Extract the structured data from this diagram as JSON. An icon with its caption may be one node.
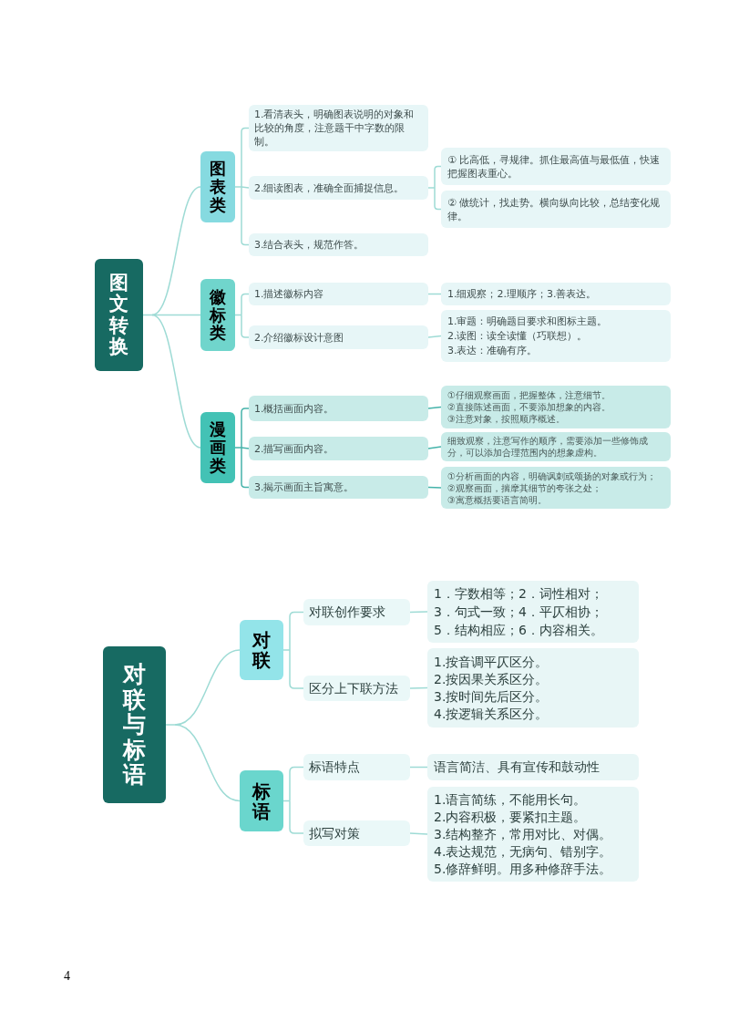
{
  "diagram": {
    "nodes": [
      {
        "text": [
          "图文转换"
        ]
      },
      {
        "text": [
          "图表类"
        ]
      },
      {
        "text": [
          "1.看清表头，明确图表说明的对象和比较的角度，注意题干中字数的限制。"
        ]
      },
      {
        "text": [
          "2.细读图表，准确全面捕捉信息。"
        ]
      },
      {
        "text": [
          "① 比高低，寻规律。抓住最高值与最低值，快速把握图表重心。"
        ]
      },
      {
        "text": [
          "② 做统计，找走势。横向纵向比较，总结变化规律。"
        ]
      },
      {
        "text": [
          "3.结合表头，规范作答。"
        ]
      },
      {
        "text": [
          "徽标类"
        ]
      },
      {
        "text": [
          "1.描述徽标内容"
        ]
      },
      {
        "text": [
          "1.细观察；2.理顺序；3.善表达。"
        ]
      },
      {
        "text": [
          "2.介绍徽标设计意图"
        ]
      },
      {
        "text": [
          "1.审题：明确题目要求和图标主题。",
          "2.读图：读全读懂（巧联想）。",
          "3.表达：准确有序。"
        ]
      },
      {
        "text": [
          "漫画类"
        ]
      },
      {
        "text": [
          "1.概括画面内容。"
        ]
      },
      {
        "text": [
          "①仔细观察画面，把握整体，注意细节。",
          "②直接陈述画面，不要添加想象的内容。",
          "③注意对象，按照顺序概述。"
        ]
      },
      {
        "text": [
          "2.描写画面内容。"
        ]
      },
      {
        "text": [
          "细致观察，注意写作的顺序，需要添加一些修饰成分，可以添加合理范围内的想象虚构。"
        ]
      },
      {
        "text": [
          "3.揭示画面主旨寓意。"
        ]
      },
      {
        "text": [
          "①分析画面的内容，明确讽刺或颂扬的对象或行为；",
          "②观察画面，揣摩其细节的夸张之处；",
          "③寓意概括要语言简明。"
        ]
      },
      {
        "text": [
          "对联与标语"
        ]
      },
      {
        "text": [
          "对联"
        ]
      },
      {
        "text": [
          "对联创作要求"
        ]
      },
      {
        "text": [
          "1．字数相等；2．词性相对；",
          "3．句式一致；4．平仄相协；",
          "5．结构相应；6．内容相关。"
        ]
      },
      {
        "text": [
          "区分上下联方法"
        ]
      },
      {
        "text": [
          "1.按音调平仄区分。",
          "2.按因果关系区分。",
          "3.按时间先后区分。",
          "4.按逻辑关系区分。"
        ]
      },
      {
        "text": [
          "标语"
        ]
      },
      {
        "text": [
          "标语特点"
        ]
      },
      {
        "text": [
          "语言简洁、具有宣传和鼓动性"
        ]
      },
      {
        "text": [
          "拟写对策"
        ]
      },
      {
        "text": [
          "1.语言简练，不能用长句。",
          "2.内容积极，要紧扣主题。",
          "3.结构整齐，常用对比、对偶。",
          "4.表达规范，无病句、错别字。",
          "5.修辞鲜明。用多种修辞手法。"
        ]
      }
    ],
    "edges": [
      {
        "from": 0,
        "to": 1,
        "arrow": "none"
      },
      {
        "from": 0,
        "to": 7,
        "arrow": "none"
      },
      {
        "from": 0,
        "to": 12,
        "arrow": "none"
      },
      {
        "from": 1,
        "to": 2,
        "arrow": "none"
      },
      {
        "from": 1,
        "to": 3,
        "arrow": "none"
      },
      {
        "from": 1,
        "to": 6,
        "arrow": "none"
      },
      {
        "from": 3,
        "to": 4,
        "arrow": "none"
      },
      {
        "from": 3,
        "to": 5,
        "arrow": "none"
      },
      {
        "from": 7,
        "to": 8,
        "arrow": "none"
      },
      {
        "from": 7,
        "to": 10,
        "arrow": "none"
      },
      {
        "from": 8,
        "to": 9,
        "arrow": "none"
      },
      {
        "from": 10,
        "to": 11,
        "arrow": "none"
      },
      {
        "from": 12,
        "to": 13,
        "arrow": "none",
        "color": "#45b3aa"
      },
      {
        "from": 12,
        "to": 15,
        "arrow": "none",
        "color": "#45b3aa"
      },
      {
        "from": 12,
        "to": 17,
        "arrow": "none",
        "color": "#45b3aa"
      },
      {
        "from": 13,
        "to": 14,
        "arrow": "none",
        "color": "#45b3aa"
      },
      {
        "from": 15,
        "to": 16,
        "arrow": "none",
        "color": "#45b3aa"
      },
      {
        "from": 17,
        "to": 18,
        "arrow": "none",
        "color": "#45b3aa"
      },
      {
        "from": 19,
        "to": 20,
        "arrow": "none"
      },
      {
        "from": 19,
        "to": 25,
        "arrow": "none"
      },
      {
        "from": 20,
        "to": 21,
        "arrow": "none"
      },
      {
        "from": 20,
        "to": 23,
        "arrow": "none"
      },
      {
        "from": 21,
        "to": 22,
        "arrow": "none"
      },
      {
        "from": 23,
        "to": 24,
        "arrow": "none"
      },
      {
        "from": 25,
        "to": 26,
        "arrow": "none"
      },
      {
        "from": 25,
        "to": 28,
        "arrow": "none"
      },
      {
        "from": 26,
        "to": 27,
        "arrow": "none"
      },
      {
        "from": 28,
        "to": 29,
        "arrow": "none"
      }
    ],
    "labels": [
      "4"
    ]
  }
}
